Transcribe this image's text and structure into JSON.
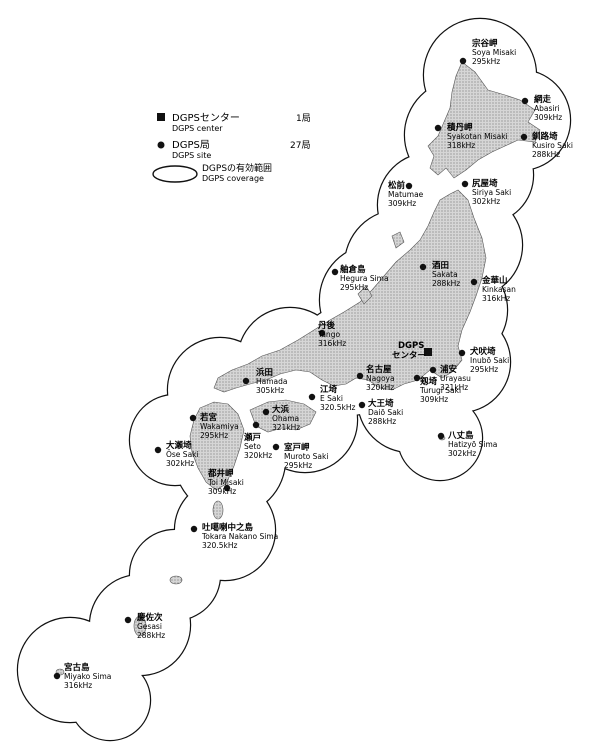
{
  "legend": {
    "center_label_jp": "DGPSセンター",
    "center_label_en": "DGPS center",
    "center_count": "1局",
    "site_label_jp": "DGPS局",
    "site_label_en": "DGPS site",
    "site_count": "27局",
    "coverage_label_jp": "DGPSの有効範囲",
    "coverage_label_en": "DGPS coverage"
  },
  "center": {
    "name_jp": "DGPS",
    "name_jp2": "センター"
  },
  "sites": [
    {
      "id": "soya",
      "jp": "宗谷岬",
      "en": "Soya Misaki",
      "freq": "295kHz"
    },
    {
      "id": "abasiri",
      "jp": "網走",
      "en": "Abasiri",
      "freq": "309kHz"
    },
    {
      "id": "syakotan",
      "jp": "積丹岬",
      "en": "Syakotan Misaki",
      "freq": "318kHz"
    },
    {
      "id": "kusiro",
      "jp": "釧路埼",
      "en": "Kusiro Saki",
      "freq": "288kHz"
    },
    {
      "id": "matumae",
      "jp": "松前",
      "en": "Matumae",
      "freq": "309kHz"
    },
    {
      "id": "siriya",
      "jp": "尻屋埼",
      "en": "Siriya Saki",
      "freq": "302kHz"
    },
    {
      "id": "hegura",
      "jp": "舳倉島",
      "en": "Hegura Sima",
      "freq": "295kHz"
    },
    {
      "id": "sakata",
      "jp": "酒田",
      "en": "Sakata",
      "freq": "288kHz"
    },
    {
      "id": "kinkasan",
      "jp": "金華山",
      "en": "Kinkasan",
      "freq": "316kHz"
    },
    {
      "id": "tango",
      "jp": "丹後",
      "en": "Tango",
      "freq": "316kHz"
    },
    {
      "id": "inubo",
      "jp": "犬吠埼",
      "en": "Inubō Saki",
      "freq": "295kHz"
    },
    {
      "id": "hamada",
      "jp": "浜田",
      "en": "Hamada",
      "freq": "305kHz"
    },
    {
      "id": "nagoya",
      "jp": "名古屋",
      "en": "Nagoya",
      "freq": "320kHz"
    },
    {
      "id": "urayasu",
      "jp": "浦安",
      "en": "Urayasu",
      "freq": "321kHz"
    },
    {
      "id": "turugi",
      "jp": "剱埼",
      "en": "Turugi Saki",
      "freq": "309kHz"
    },
    {
      "id": "esaki",
      "jp": "江埼",
      "en": "E Saki",
      "freq": "320.5kHz"
    },
    {
      "id": "daio",
      "jp": "大王埼",
      "en": "Daiō Saki",
      "freq": "288kHz"
    },
    {
      "id": "ohama",
      "jp": "大浜",
      "en": "Ohama",
      "freq": "321kHz"
    },
    {
      "id": "wakamiya",
      "jp": "若宮",
      "en": "Wakamiya",
      "freq": "295kHz"
    },
    {
      "id": "seto",
      "jp": "瀬戸",
      "en": "Seto",
      "freq": "320kHz"
    },
    {
      "id": "muroto",
      "jp": "室戸岬",
      "en": "Muroto Saki",
      "freq": "295kHz"
    },
    {
      "id": "hatizyo",
      "jp": "八丈島",
      "en": "Hatizyō Sima",
      "freq": "302kHz"
    },
    {
      "id": "ose",
      "jp": "大瀬埼",
      "en": "Ōse Saki",
      "freq": "302kHz"
    },
    {
      "id": "toi",
      "jp": "都井岬",
      "en": "Toi Misaki",
      "freq": "309kHz"
    },
    {
      "id": "tokara",
      "jp": "吐噶喇中之島",
      "en": "Tokara Nakano Sima",
      "freq": "320.5kHz"
    },
    {
      "id": "gesasi",
      "jp": "慶佐次",
      "en": "Gesasi",
      "freq": "288kHz"
    },
    {
      "id": "miyako",
      "jp": "宮古島",
      "en": "Miyako Sima",
      "freq": "316kHz"
    }
  ]
}
